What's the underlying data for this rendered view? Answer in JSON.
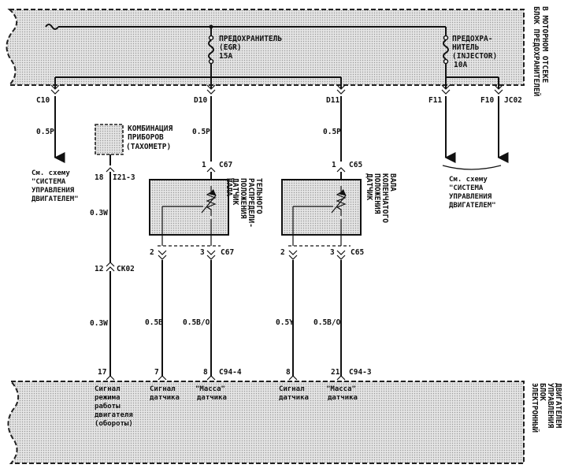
{
  "fuse_block": {
    "title_line1": "БЛОК ПРЕДОХРАНИТЕЛЕЙ",
    "title_line2": "В МОТОРНОМ ОТСЕКЕ"
  },
  "fuses": {
    "egr": {
      "line1": "ПРЕДОХРАНИТЕЛЬ",
      "line2": "(EGR)",
      "rating": "15A"
    },
    "injector": {
      "line1": "ПРЕДОХРА-",
      "line2": "НИТЕЛЬ",
      "line3": "(INJECTOR)",
      "rating": "10A"
    }
  },
  "terminals": {
    "c10": "C10",
    "d10": "D10",
    "d11": "D11",
    "f11": "F11",
    "f10": "F10",
    "jc02": "JC02"
  },
  "wires": {
    "c10": "0.5P",
    "d10": "0.5P",
    "d11": "0.5P",
    "tacho_top": "0.3W",
    "tacho_bottom": "0.3W",
    "cmp_signal": "0.5B",
    "cmp_ground": "0.5B/O",
    "ckp_signal": "0.5Y",
    "ckp_ground": "0.5B/O"
  },
  "cluster": {
    "line1": "КОМБИНАЦИЯ",
    "line2": "ПРИБОРОВ",
    "line3": "(ТАХОМЕТР)",
    "pin": "18",
    "connector": "I21-3"
  },
  "see_left": {
    "line1": "См. схему",
    "line2": "\"СИСТЕМА",
    "line3": "УПРАВЛЕНИЯ",
    "line4": "ДВИГАТЕЛЕМ\""
  },
  "see_right": {
    "line1": "См. схему",
    "line2": "\"СИСТЕМА",
    "line3": "УПРАВЛЕНИЯ",
    "line4": "ДВИГАТЕЛЕМ\""
  },
  "sensor_cmp": {
    "top_pin": "1",
    "connector": "C67",
    "pin_left": "2",
    "pin_right": "3",
    "label_lines": [
      "ДАТЧИК",
      "ПОЛОЖЕНИЯ",
      "РАСПРЕДЕЛИ-",
      "ТЕЛЬНОГО",
      "ВАЛА"
    ]
  },
  "sensor_ckp": {
    "top_pin": "1",
    "connector": "C65",
    "pin_left": "2",
    "pin_right": "3",
    "label_lines": [
      "ДАТЧИК",
      "ПОЛОЖЕНИЯ",
      "КОЛЕНЧАТОГО",
      "ВАЛА"
    ]
  },
  "joint": {
    "pin": "12",
    "connector": "CK02"
  },
  "ecu": {
    "title_lines": [
      "ЭЛЕКТРОННЫЙ",
      "БЛОК",
      "УПРАВЛЕНИЯ",
      "ДВИГАТЕЛЕМ"
    ],
    "pin_17": "17",
    "pin_7": "7",
    "pin_8a": "8",
    "conn_a": "C94-4",
    "pin_8b": "8",
    "pin_21": "21",
    "conn_b": "C94-3",
    "rpm_lines": [
      "Сигнал",
      "режима",
      "работы",
      "двигателя",
      "(обороты)"
    ],
    "sig1_lines": [
      "Сигнал",
      "датчика"
    ],
    "gnd1_lines": [
      "\"Масса\"",
      "датчика"
    ],
    "sig2_lines": [
      "Сигнал",
      "датчика"
    ],
    "gnd2_lines": [
      "\"Масса\"",
      "датчика"
    ]
  }
}
